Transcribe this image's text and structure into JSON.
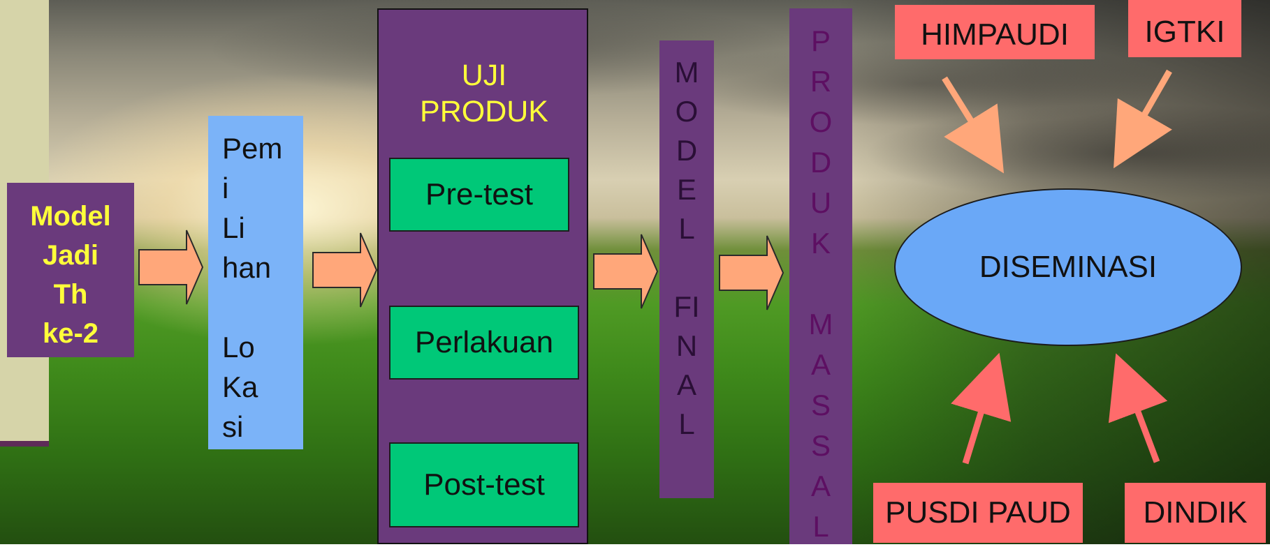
{
  "model_box": {
    "lines": [
      "Model",
      "Jadi",
      "Th",
      "ke-2"
    ]
  },
  "pemilihan": {
    "text": "Pem\ni\nLi\nhan\n\nLo\nKa\nsi"
  },
  "uji_produk": {
    "title": "UJI\nPRODUK",
    "pretest": "Pre-test",
    "perlakuan": "Perlakuan",
    "posttest": "Post-test"
  },
  "model_final": {
    "text": "M\nO\nD\nE\nL\n\nFI\nN\nA\nL"
  },
  "produk_massal": {
    "text": "P\nR\nO\nD\nU\nK\n\nM\nA\nS\nS\nA\nL"
  },
  "diseminasi": {
    "label": "DISEMINASI"
  },
  "stakeholders": {
    "himpaudi": "HIMPAUDI",
    "igtki": "IGTKI",
    "pusdi_paud": "PUSDI PAUD",
    "dindik": "DINDIK"
  },
  "colors": {
    "purple": "#6a3a7c",
    "blue": "#7bb3f8",
    "green": "#00c878",
    "salmon": "#ff6b6b",
    "arrow_fill": "#ffa77a",
    "yellow_text": "#ffff3a"
  }
}
